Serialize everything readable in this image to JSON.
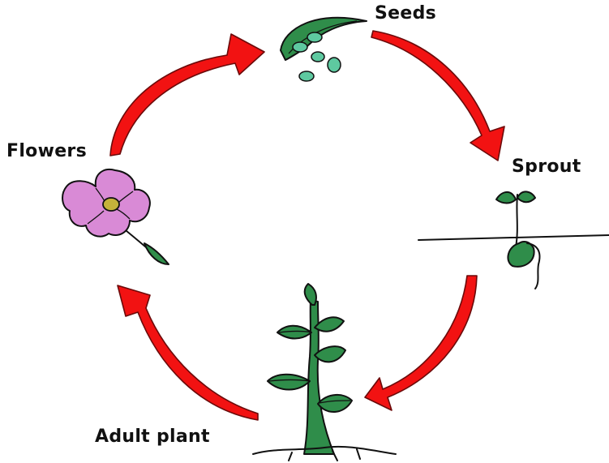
{
  "stages": {
    "seeds": "Seeds",
    "sprout": "Sprout",
    "adult_plant": "Adult plant",
    "flowers": "Flowers"
  },
  "colors": {
    "arrow": "#f21212",
    "leaf_green": "#2f8d4a",
    "seed_green": "#5ec9a0",
    "petal": "#d98ad6",
    "flower_center": "#c5b23a",
    "outline": "#111111"
  }
}
